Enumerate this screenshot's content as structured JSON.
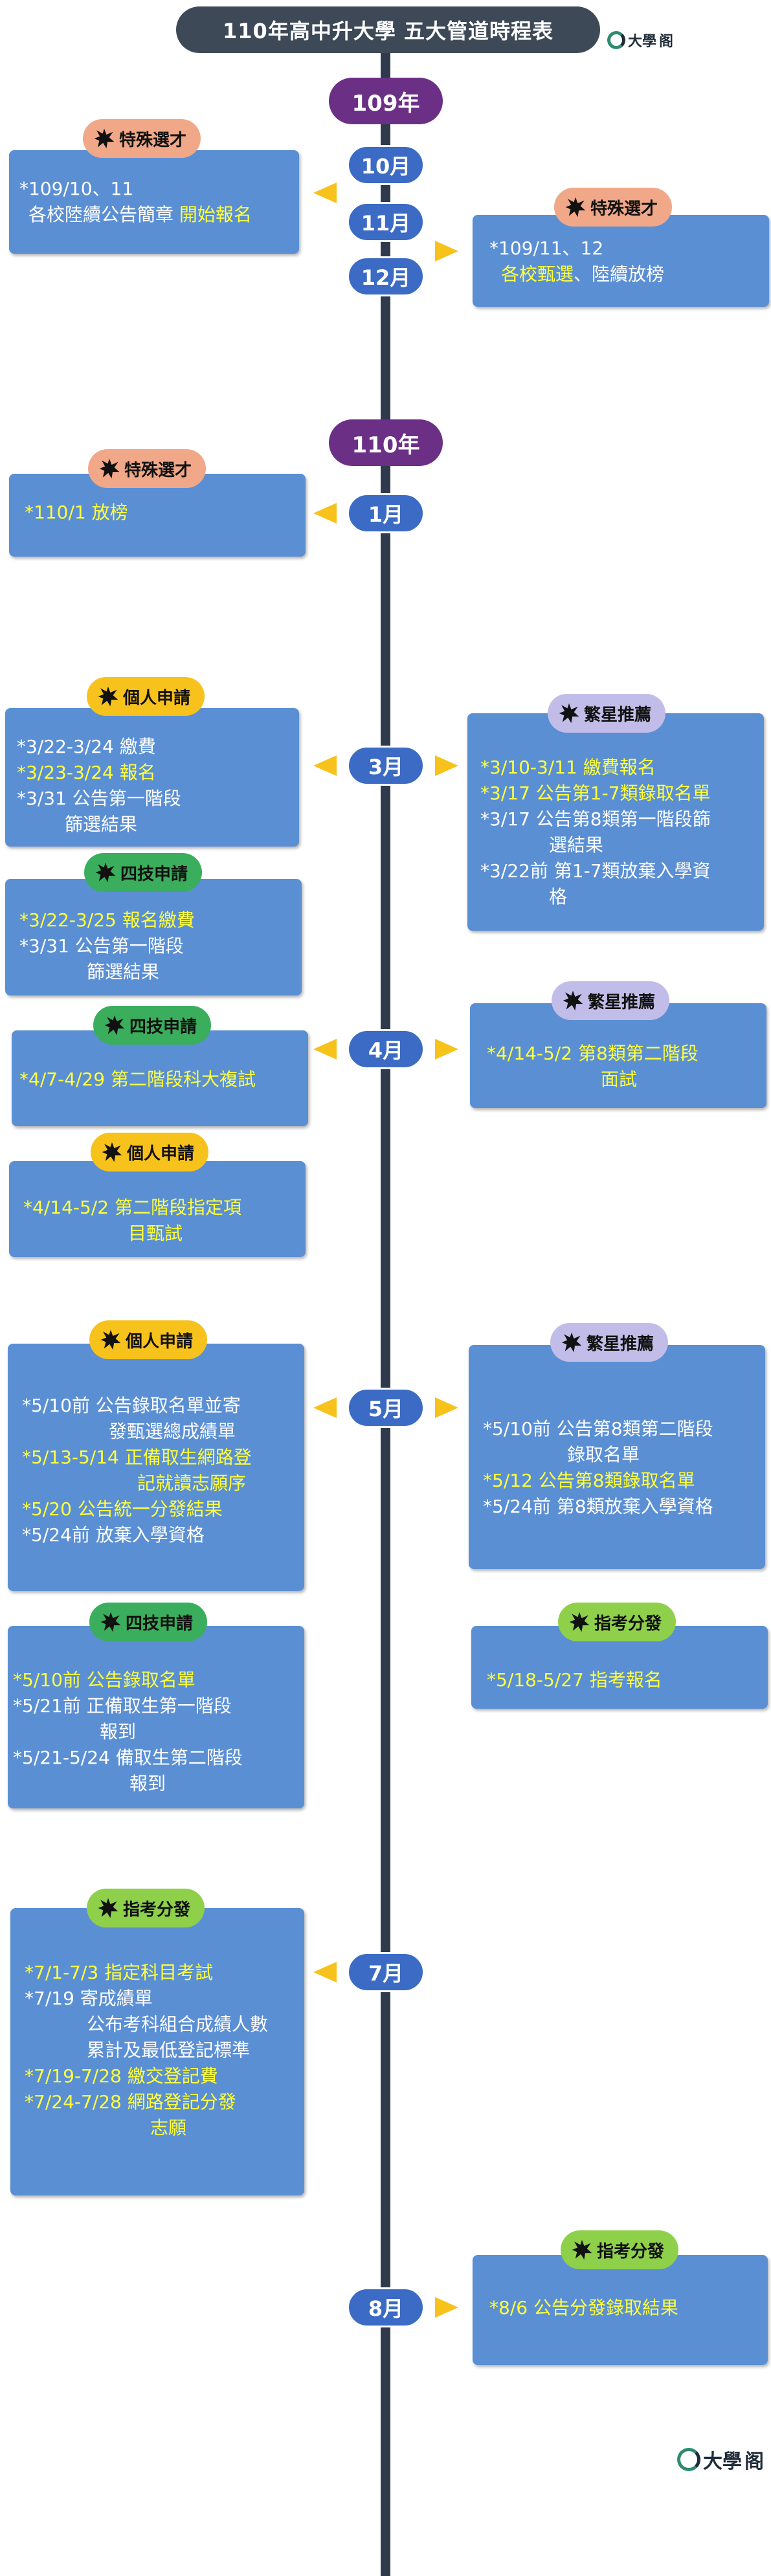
{
  "title": "110年高中升大學 五大管道時程表",
  "brand": "大學",
  "years": [
    "109年",
    "110年"
  ],
  "months": [
    "10月",
    "11月",
    "12月",
    "1月",
    "3月",
    "4月",
    "5月",
    "7月",
    "8月"
  ],
  "categories": {
    "special": "特殊選才",
    "personal": "個人申請",
    "tech": "四技申請",
    "star": "繁星推薦",
    "exam": "指考分發"
  },
  "colors": {
    "title_bg": "#3d4957",
    "year_bg": "#6c2f86",
    "month_bg": "#3b6bc4",
    "card_bg": "#5b8fd4",
    "highlight": "#ffff3d",
    "arrow": "#f7c21b"
  },
  "cards": {
    "special_oct": [
      "*109/10、11",
      "各校陸續公告簡章",
      "開始報名"
    ],
    "special_nov": [
      "*109/11、12",
      "各校甄選",
      "、陸續放榜"
    ],
    "special_jan": [
      "*110/1 放榜"
    ],
    "personal_mar": [
      "*3/22-3/24 繳費",
      "*3/23-3/24 報名",
      "*3/31 公告第一階段",
      "篩選結果"
    ],
    "tech_mar": [
      "*3/22-3/25 報名繳費",
      "*3/31 公告第一階段",
      "篩選結果"
    ],
    "star_mar": [
      "*3/10-3/11 繳費報名",
      "*3/17 公告第1-7類錄取名單",
      "*3/17 公告第8類第一階段篩",
      "選結果",
      "*3/22前 第1-7類放棄入學資",
      "格"
    ],
    "tech_apr": [
      "*4/7-4/29 第二階段科大複試"
    ],
    "star_apr": [
      "*4/14-5/2  第8類第二階段",
      "面試"
    ],
    "personal_apr": [
      "*4/14-5/2 第二階段指定項",
      "目甄試"
    ],
    "personal_may": [
      "*5/10前 公告錄取名單並寄",
      "發甄選總成績單",
      "*5/13-5/14 正備取生網路登",
      "記就讀志願序",
      "*5/20 公告統一分發結果",
      "*5/24前 放棄入學資格"
    ],
    "star_may": [
      "*5/10前 公告第8類第二階段",
      "錄取名單",
      "*5/12 公告第8類錄取名單",
      "*5/24前 第8類放棄入學資格"
    ],
    "tech_may": [
      "*5/10前 公告錄取名單",
      "*5/21前 正備取生第一階段",
      "報到",
      "*5/21-5/24 備取生第二階段",
      "報到"
    ],
    "exam_may": [
      "*5/18-5/27 指考報名"
    ],
    "exam_jul": [
      "*7/1-7/3 指定科目考試",
      "*7/19 寄成績單",
      "公布考科組合成績人數",
      "累計及最低登記標準",
      "*7/19-7/28 繳交登記費",
      "*7/24-7/28 網路登記分發",
      "志願"
    ],
    "exam_aug": [
      "*8/6 公告分發錄取結果"
    ]
  }
}
